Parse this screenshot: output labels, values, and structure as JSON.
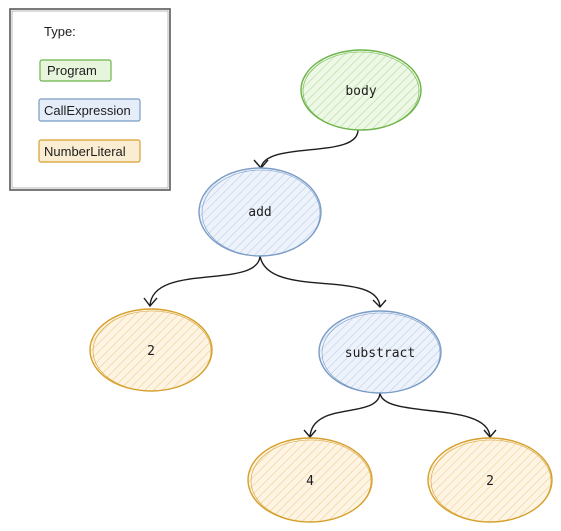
{
  "legend": {
    "title": "Type:",
    "items": [
      {
        "label": "Program",
        "stroke": "#6cb44a",
        "fill": "#e7f5dc"
      },
      {
        "label": "CallExpression",
        "stroke": "#7a9cc6",
        "fill": "#e4edf8"
      },
      {
        "label": "NumberLiteral",
        "stroke": "#d6a02d",
        "fill": "#fbedd2"
      }
    ]
  },
  "nodes": [
    {
      "id": "body",
      "label": "body",
      "type": "Program"
    },
    {
      "id": "add",
      "label": "add",
      "type": "CallExpression"
    },
    {
      "id": "num1",
      "label": "2",
      "type": "NumberLiteral"
    },
    {
      "id": "substract",
      "label": "substract",
      "type": "CallExpression"
    },
    {
      "id": "num2",
      "label": "4",
      "type": "NumberLiteral"
    },
    {
      "id": "num3",
      "label": "2",
      "type": "NumberLiteral"
    }
  ],
  "edges": [
    {
      "from": "body",
      "to": "add"
    },
    {
      "from": "add",
      "to": "num1"
    },
    {
      "from": "add",
      "to": "substract"
    },
    {
      "from": "substract",
      "to": "num2"
    },
    {
      "from": "substract",
      "to": "num3"
    }
  ]
}
